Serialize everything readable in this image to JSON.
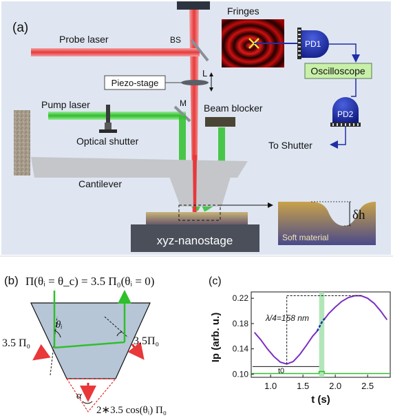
{
  "panel_a": {
    "label": "(a)",
    "fringes": "Fringes",
    "probe_laser": "Probe laser",
    "bs": "BS",
    "piezo_stage": "Piezo-stage",
    "l": "L",
    "pump_laser": "Pump laser",
    "m": "M",
    "beam_blocker": "Beam blocker",
    "optical_shutter": "Optical shutter",
    "cantilever": "Cantilever",
    "xyz_nanostage": "xyz-nanostage",
    "soft_material": "Soft material",
    "delta_h": "δh",
    "pd1": "PD1",
    "pd2": "PD2",
    "oscilloscope": "Oscilloscope",
    "to_shutter": "To Shutter",
    "colors": {
      "probe": "#e8383a",
      "pump": "#3fc93b",
      "detector": "#1f2fa8",
      "oscilloscope_bg": "#c8f0a8",
      "nanostage": "#4a4f5a"
    }
  },
  "panel_b": {
    "label": "(b)",
    "equation": "Π(θᵢ = θ_c) = 3.5 Π₀(θᵢ = 0)",
    "left_label": "3.5 Π₀",
    "right_label": "3.5Π₀",
    "theta": "θᵢ",
    "alpha": "α",
    "bottom_label": "2∗3.5 cos(θᵢ) Π₀"
  },
  "panel_c": {
    "label": "(c)",
    "lambda_label": "λ/4=158 nm",
    "t0_label": "t0"
  },
  "chart_data": {
    "type": "line",
    "xlabel": "t (s)",
    "ylabel": "Ip (arb. u.)",
    "xlim": [
      0.7,
      2.85
    ],
    "ylim": [
      0.095,
      0.23
    ],
    "xticks": [
      "1.0",
      "1.5",
      "2.0",
      "2.5"
    ],
    "yticks": [
      "0.10",
      "0.14",
      "0.18",
      "0.22"
    ],
    "pump_window": [
      1.75,
      1.83
    ],
    "series": [
      {
        "x": [
          0.75,
          0.85,
          0.95,
          1.05,
          1.15,
          1.25,
          1.35,
          1.45,
          1.55,
          1.65,
          1.72
        ],
        "y": [
          0.166,
          0.154,
          0.14,
          0.128,
          0.119,
          0.116,
          0.12,
          0.131,
          0.145,
          0.16,
          0.168
        ]
      },
      {
        "x": [
          1.72,
          1.75,
          1.78,
          1.81,
          1.84
        ],
        "y": [
          0.168,
          0.174,
          0.18,
          0.185,
          0.188
        ]
      },
      {
        "x": [
          1.84,
          1.9,
          2.0,
          2.1,
          2.2,
          2.3,
          2.4,
          2.5,
          2.6,
          2.7,
          2.8
        ],
        "y": [
          0.188,
          0.196,
          0.206,
          0.215,
          0.221,
          0.224,
          0.224,
          0.22,
          0.212,
          0.2,
          0.186
        ]
      }
    ],
    "pump_signal_level": 0.101
  }
}
